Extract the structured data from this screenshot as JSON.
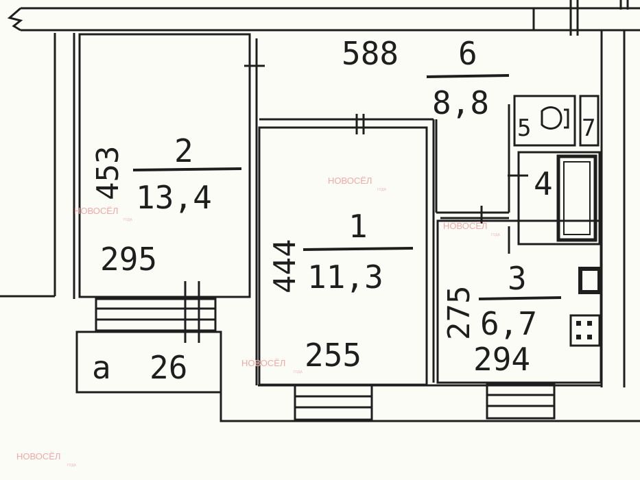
{
  "plan": {
    "rooms": [
      {
        "number": "2",
        "area": "13,4",
        "length": "453",
        "width": "295"
      },
      {
        "number": "1",
        "area": "11,3",
        "length": "444",
        "width": "255"
      },
      {
        "number": "6",
        "area": "8,8",
        "length": "588"
      },
      {
        "number": "3",
        "area": "6,7",
        "length": "275",
        "width": "294"
      },
      {
        "number": "4"
      },
      {
        "number": "5"
      },
      {
        "number": "7"
      }
    ],
    "balcony": {
      "letter": "а",
      "area": "26"
    }
  },
  "watermark": {
    "text": "НОВОСЁЛ",
    "year": "ГОДА"
  },
  "colors": {
    "line": "#1e1e1e",
    "background": "#fbfcf6",
    "watermark": "#f0a8a8"
  }
}
